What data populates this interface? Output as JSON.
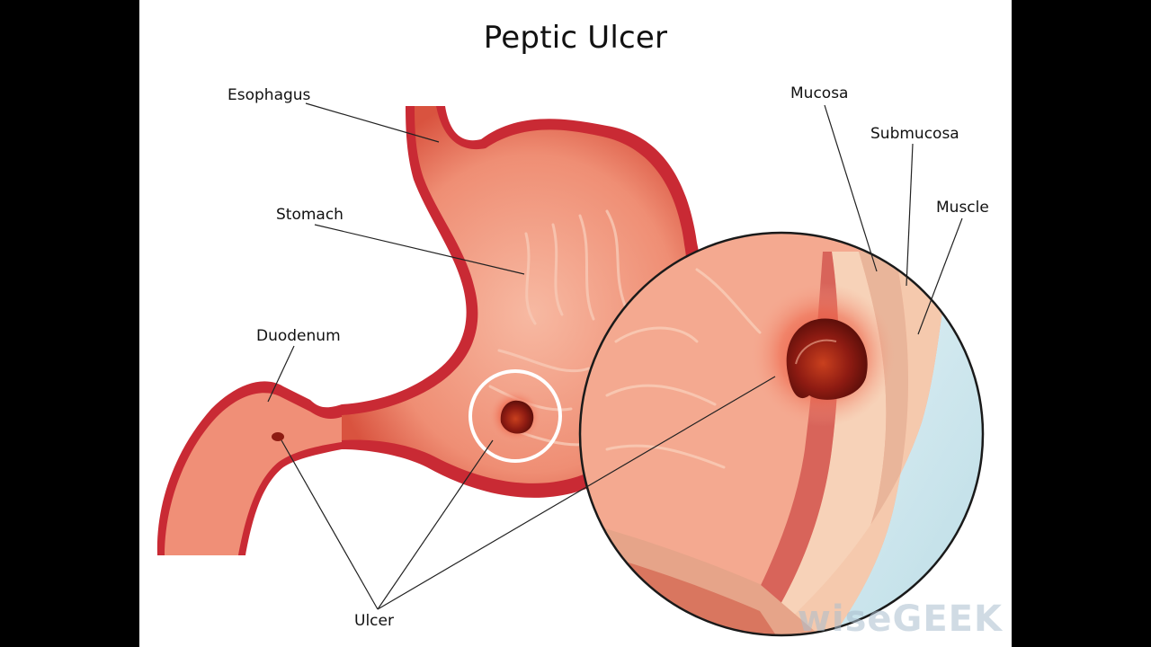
{
  "title": "Peptic Ulcer",
  "labels": {
    "esophagus": "Esophagus",
    "stomach": "Stomach",
    "duodenum": "Duodenum",
    "ulcer": "Ulcer",
    "mucosa": "Mucosa",
    "submucosa": "Submucosa",
    "muscle": "Muscle"
  },
  "watermark": "wiseGEEK",
  "colors": {
    "background": "#ffffff",
    "letterbox": "#000000",
    "tissue_light": "#f2a48c",
    "tissue_dark": "#c92a34",
    "ulcer": "#8e1b12",
    "fluid": "#cfe7ee"
  }
}
